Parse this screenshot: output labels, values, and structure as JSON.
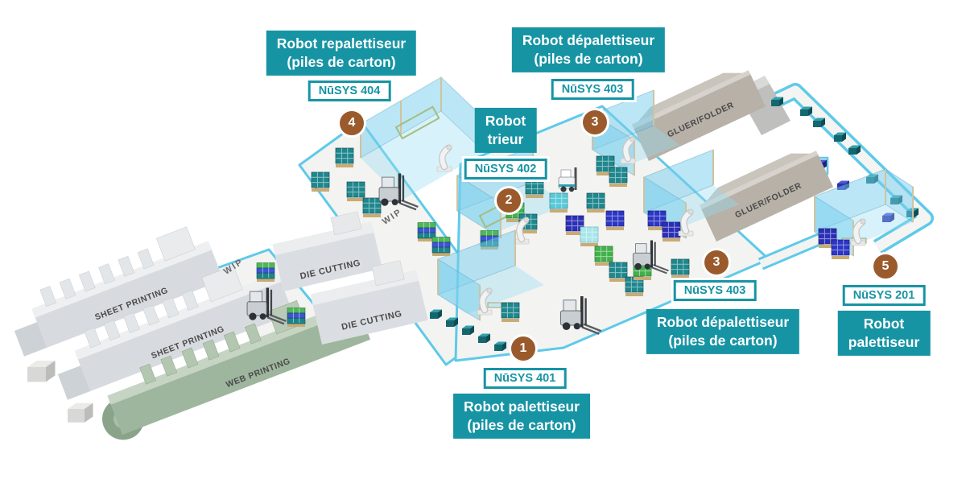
{
  "figure": {
    "type": "isometric-factory-diagram",
    "background": "#ffffff"
  },
  "colors": {
    "label_teal": "#1794a4",
    "badge_brown": "#9b5a2b",
    "floor_edge_cyan": "#5ecae9"
  },
  "callouts": [
    {
      "station": "4",
      "badge": "4",
      "tag": "NūSYS 404",
      "line1": "Robot repalettiseur",
      "line2": "(piles de carton)"
    },
    {
      "station": "3",
      "badge": "3",
      "tag": "NūSYS 403",
      "line1": "Robot dépalettiseur",
      "line2": "(piles de carton)"
    },
    {
      "station": "2",
      "badge": "2",
      "tag": "NūSYS 402",
      "line1": "Robot",
      "line2": "trieur"
    },
    {
      "station": "1",
      "badge": "1",
      "tag": "NūSYS 401",
      "line1": "Robot palettiseur",
      "line2": "(piles de carton)"
    },
    {
      "station": "3",
      "badge": "3",
      "tag": "NūSYS 403",
      "line1": "Robot dépalettiseur",
      "line2": "(piles de carton)"
    },
    {
      "station": "5",
      "badge": "5",
      "tag": "NūSYS 201",
      "line1": "Robot",
      "line2": "palettiseur"
    }
  ],
  "scene": {
    "areas": {
      "wip_1": "WIP",
      "wip_2": "WIP"
    },
    "machines": {
      "sheet_printing_1": "SHEET PRINTING",
      "sheet_printing_2": "SHEET PRINTING",
      "web_printing": "WEB PRINTING",
      "die_cutting_1": "DIE CUTTING",
      "die_cutting_2": "DIE CUTTING",
      "gluer_folder_1": "GLUER/FOLDER",
      "gluer_folder_2": "GLUER/FOLDER"
    }
  }
}
